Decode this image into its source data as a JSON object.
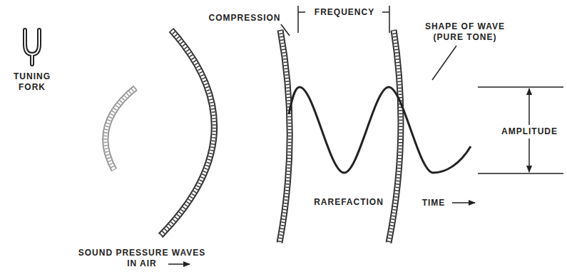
{
  "diagram": {
    "labels": [
      "TUNING FORK",
      "SOUND PRESSURE WAVES IN AIR",
      "COMPRESSION",
      "FREQUENCY",
      "SHAPE OF WAVE (PURE TONE)",
      "AMPLITUDE",
      "RAREFACTION",
      "TIME"
    ]
  }
}
